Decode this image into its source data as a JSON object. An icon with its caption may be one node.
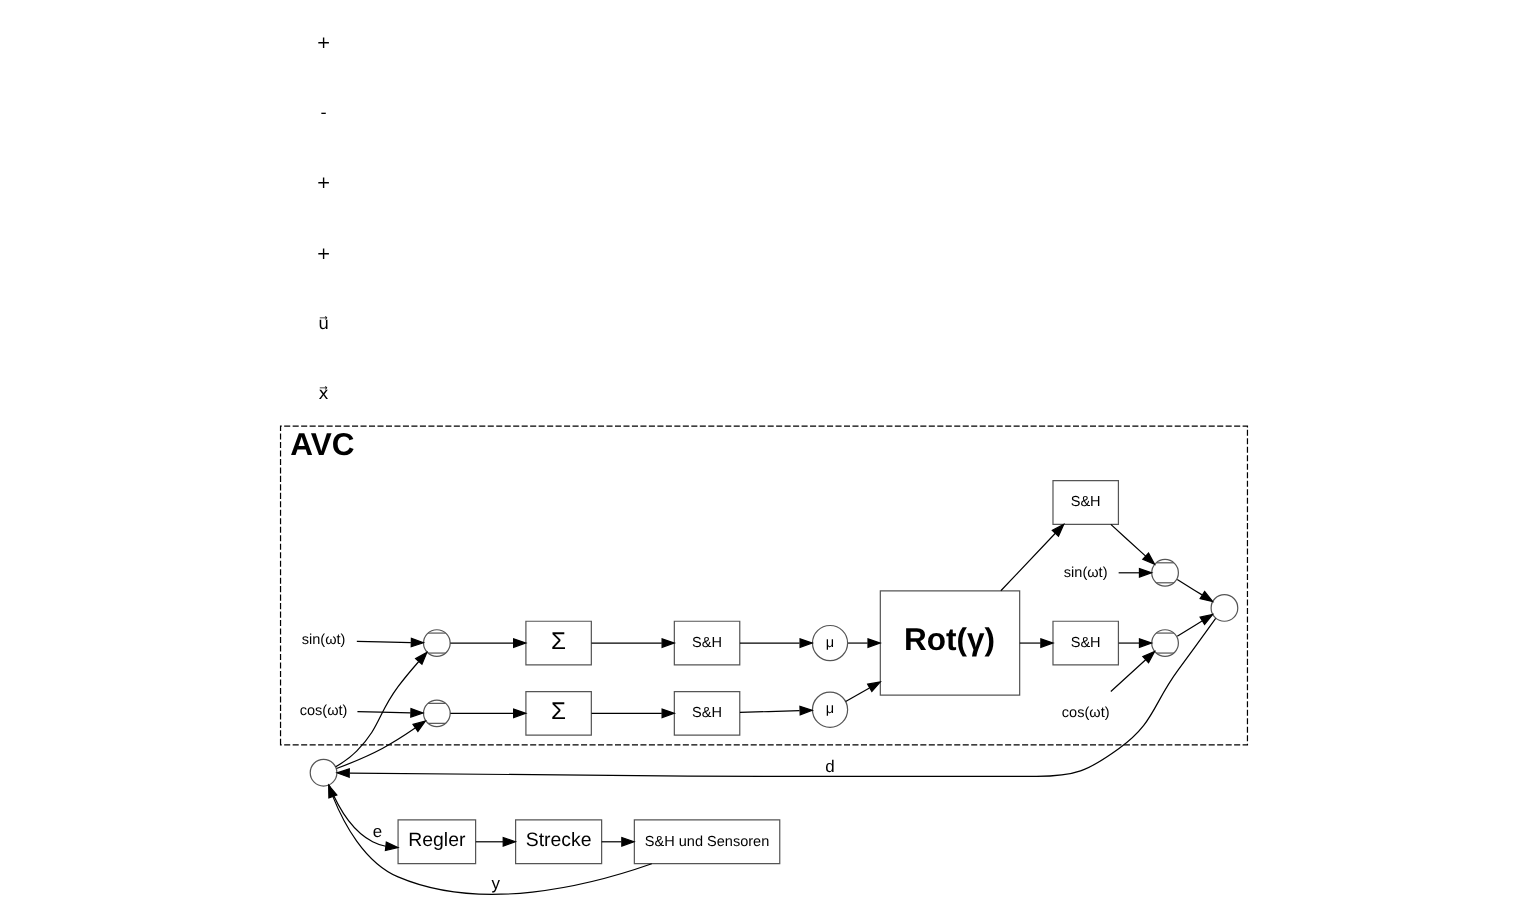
{
  "diagram": {
    "nodes": [
      {
        "text": [
          "AVC"
        ]
      },
      {
        "text": [],
        "shape": "circle",
        "in": 0
      },
      {
        "text": [],
        "shape": "circle",
        "in": 0
      },
      {
        "text": [
          "Σ"
        ],
        "in": 0
      },
      {
        "text": [
          "Σ"
        ],
        "in": 0
      },
      {
        "text": [
          "S&H"
        ],
        "in": 0
      },
      {
        "text": [
          "S&H"
        ],
        "in": 0
      },
      {
        "text": [
          "μ"
        ],
        "in": 0
      },
      {
        "text": [
          "μ"
        ],
        "in": 0
      },
      {
        "text": [
          "Rot(γ)"
        ],
        "in": 0
      },
      {
        "text": [
          "S&H"
        ],
        "in": 0
      },
      {
        "text": [
          "S&H"
        ],
        "in": 0
      },
      {
        "text": [],
        "shape": "circle",
        "in": 0
      },
      {
        "text": [],
        "shape": "circle",
        "in": 0
      },
      {
        "text": [],
        "shape": "circle",
        "in": 0
      },
      {
        "text": [
          "sin(ωt)"
        ],
        "in": 0
      },
      {
        "text": [
          "cos(ωt)"
        ],
        "in": 0
      },
      {
        "text": [
          "sin(ωt)"
        ],
        "in": 0
      },
      {
        "text": [
          "cos(ωt)"
        ],
        "in": 0
      },
      {
        "text": [],
        "shape": "circle"
      },
      {
        "text": [
          "Regler"
        ]
      },
      {
        "text": [
          "Strecke"
        ]
      },
      {
        "text": [
          "S&H und Sensoren"
        ]
      }
    ],
    "edges": [
      {
        "from": 19,
        "to": 20,
        "arrow": "to",
        "label": "e"
      },
      {
        "from": 19,
        "to": 1,
        "arrow": "to"
      },
      {
        "from": 19,
        "to": 2,
        "arrow": "to"
      },
      {
        "from": 15,
        "to": 1,
        "arrow": "to"
      },
      {
        "from": 16,
        "to": 2,
        "arrow": "to"
      },
      {
        "from": 1,
        "to": 3,
        "arrow": "to"
      },
      {
        "from": 2,
        "to": 4,
        "arrow": "to"
      },
      {
        "from": 3,
        "to": 5,
        "arrow": "to"
      },
      {
        "from": 4,
        "to": 6,
        "arrow": "to"
      },
      {
        "from": 5,
        "to": 7,
        "arrow": "to"
      },
      {
        "from": 6,
        "to": 8,
        "arrow": "to"
      },
      {
        "from": 7,
        "to": 9,
        "arrow": "to"
      },
      {
        "from": 8,
        "to": 9,
        "arrow": "to"
      },
      {
        "from": 9,
        "to": 10,
        "arrow": "to"
      },
      {
        "from": 9,
        "to": 11,
        "arrow": "to"
      },
      {
        "from": 10,
        "to": 12,
        "arrow": "to"
      },
      {
        "from": 11,
        "to": 13,
        "arrow": "to"
      },
      {
        "from": 17,
        "to": 12,
        "arrow": "to"
      },
      {
        "from": 18,
        "to": 13,
        "arrow": "to"
      },
      {
        "from": 12,
        "to": 14,
        "arrow": "to"
      },
      {
        "from": 13,
        "to": 14,
        "arrow": "to"
      },
      {
        "from": 14,
        "to": 19,
        "arrow": "to",
        "label": "d"
      },
      {
        "from": 20,
        "to": 21,
        "arrow": "to"
      },
      {
        "from": 21,
        "to": 22,
        "arrow": "to"
      },
      {
        "from": 22,
        "to": 19,
        "arrow": "to",
        "label": "y"
      }
    ],
    "labels": [
      "x⃗",
      "u⃗",
      "+",
      "+",
      "-",
      "+"
    ]
  }
}
